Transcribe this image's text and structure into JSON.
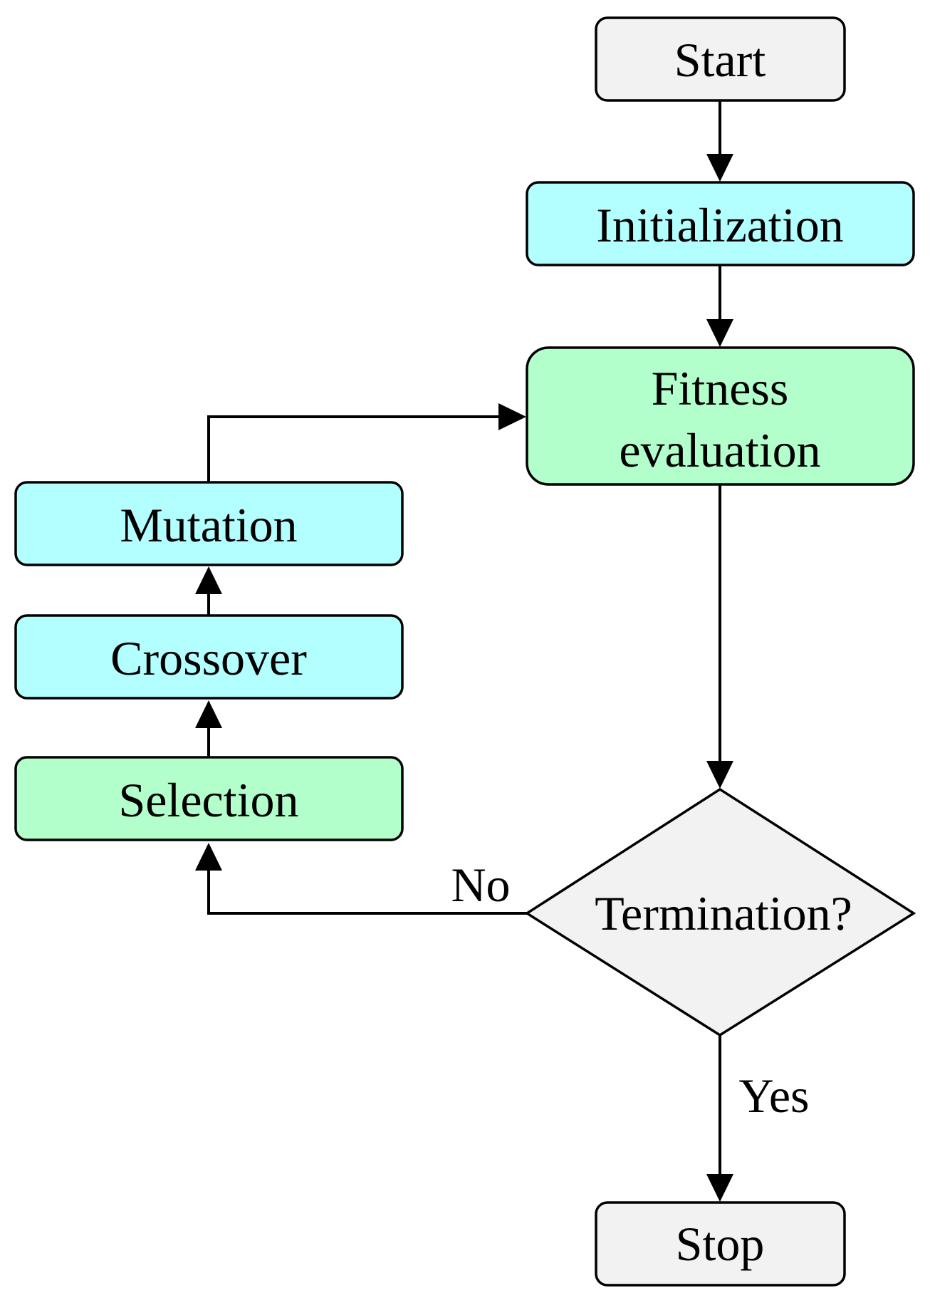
{
  "colors": {
    "terminal_fill": "#f2f2f2",
    "process_fill": "#b3ffff",
    "evaluation_fill": "#b3ffcc",
    "decision_fill": "#f2f2f2",
    "stroke": "#000000"
  },
  "nodes": {
    "start": {
      "label": "Start"
    },
    "initialization": {
      "label": "Initialization"
    },
    "fitness": {
      "line1": "Fitness",
      "line2": "evaluation"
    },
    "termination": {
      "label": "Termination?"
    },
    "stop": {
      "label": "Stop"
    },
    "mutation": {
      "label": "Mutation"
    },
    "crossover": {
      "label": "Crossover"
    },
    "selection": {
      "label": "Selection"
    }
  },
  "edges": {
    "no_label": "No",
    "yes_label": "Yes"
  }
}
